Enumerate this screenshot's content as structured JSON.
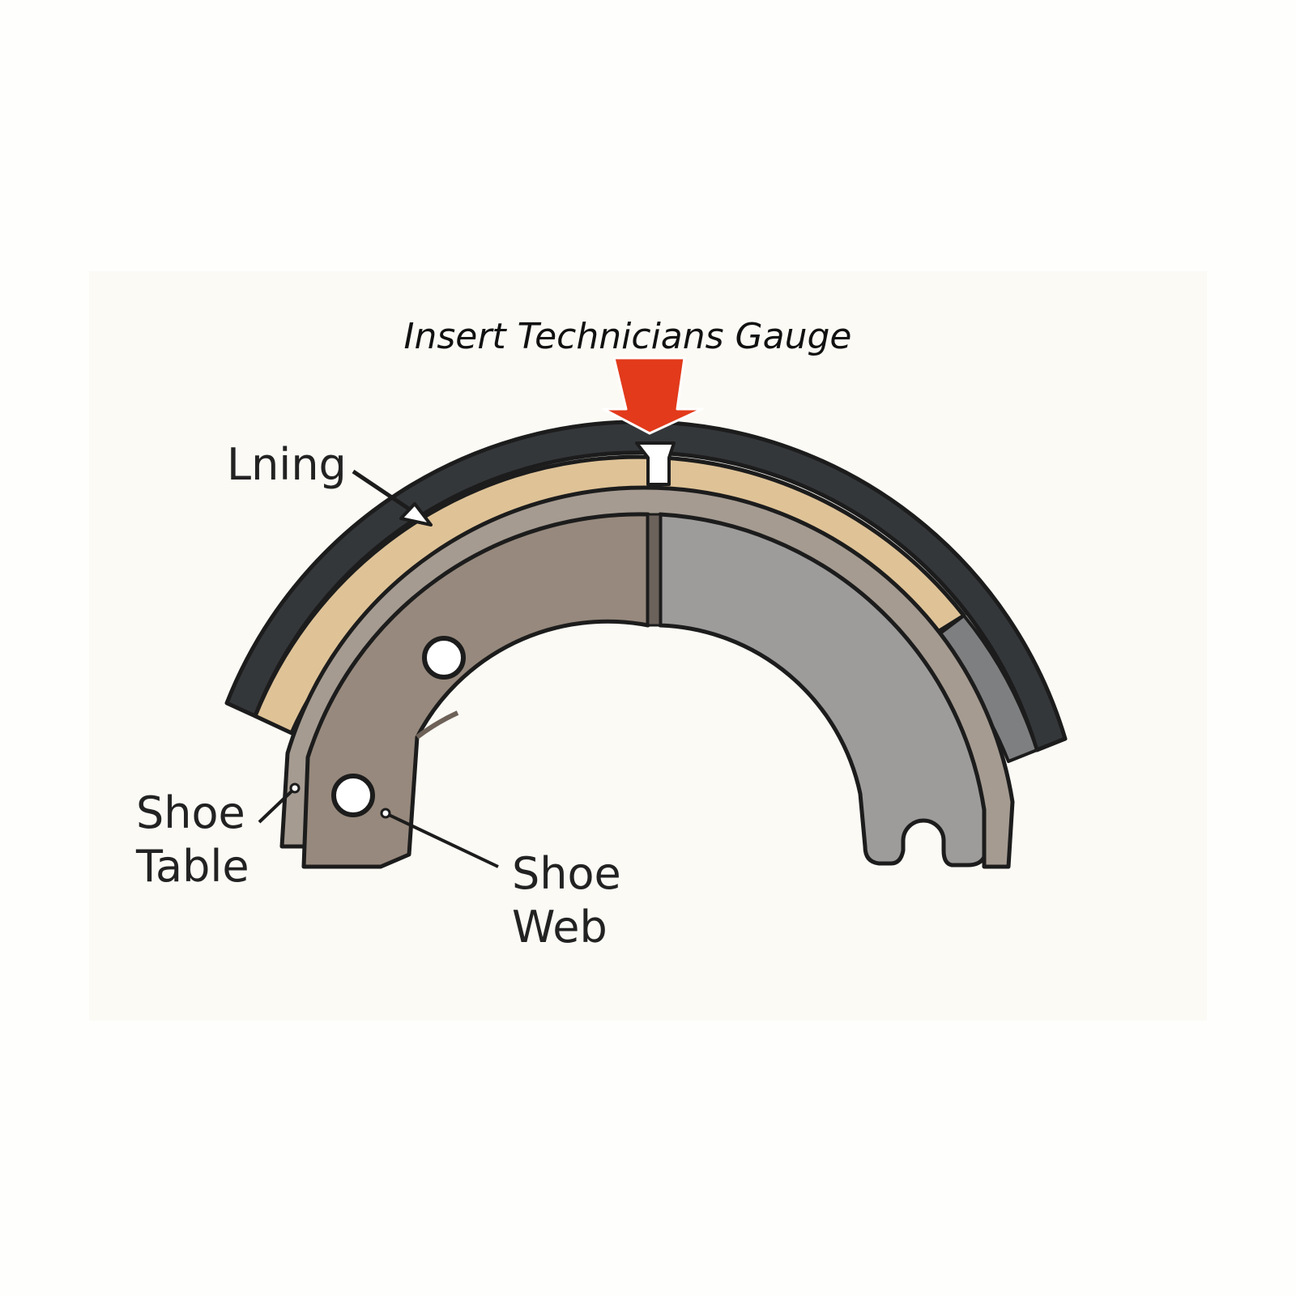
{
  "title": "Insert Technicians Gauge",
  "labels": {
    "lining": "Lning",
    "shoe_table_line1": "Shoe",
    "shoe_table_line2": "Table",
    "shoe_web_line1": "Shoe",
    "shoe_web_line2": "Web"
  },
  "colors": {
    "lining_backing": "#34373a",
    "lining": "#dfc397",
    "shoe_table": "#a59b91",
    "shoe_web_left": "#97897d",
    "shoe_web_right": "#9d9c9b",
    "gauge_arrow": "#e23a1b",
    "outline": "#1c1c1c"
  }
}
